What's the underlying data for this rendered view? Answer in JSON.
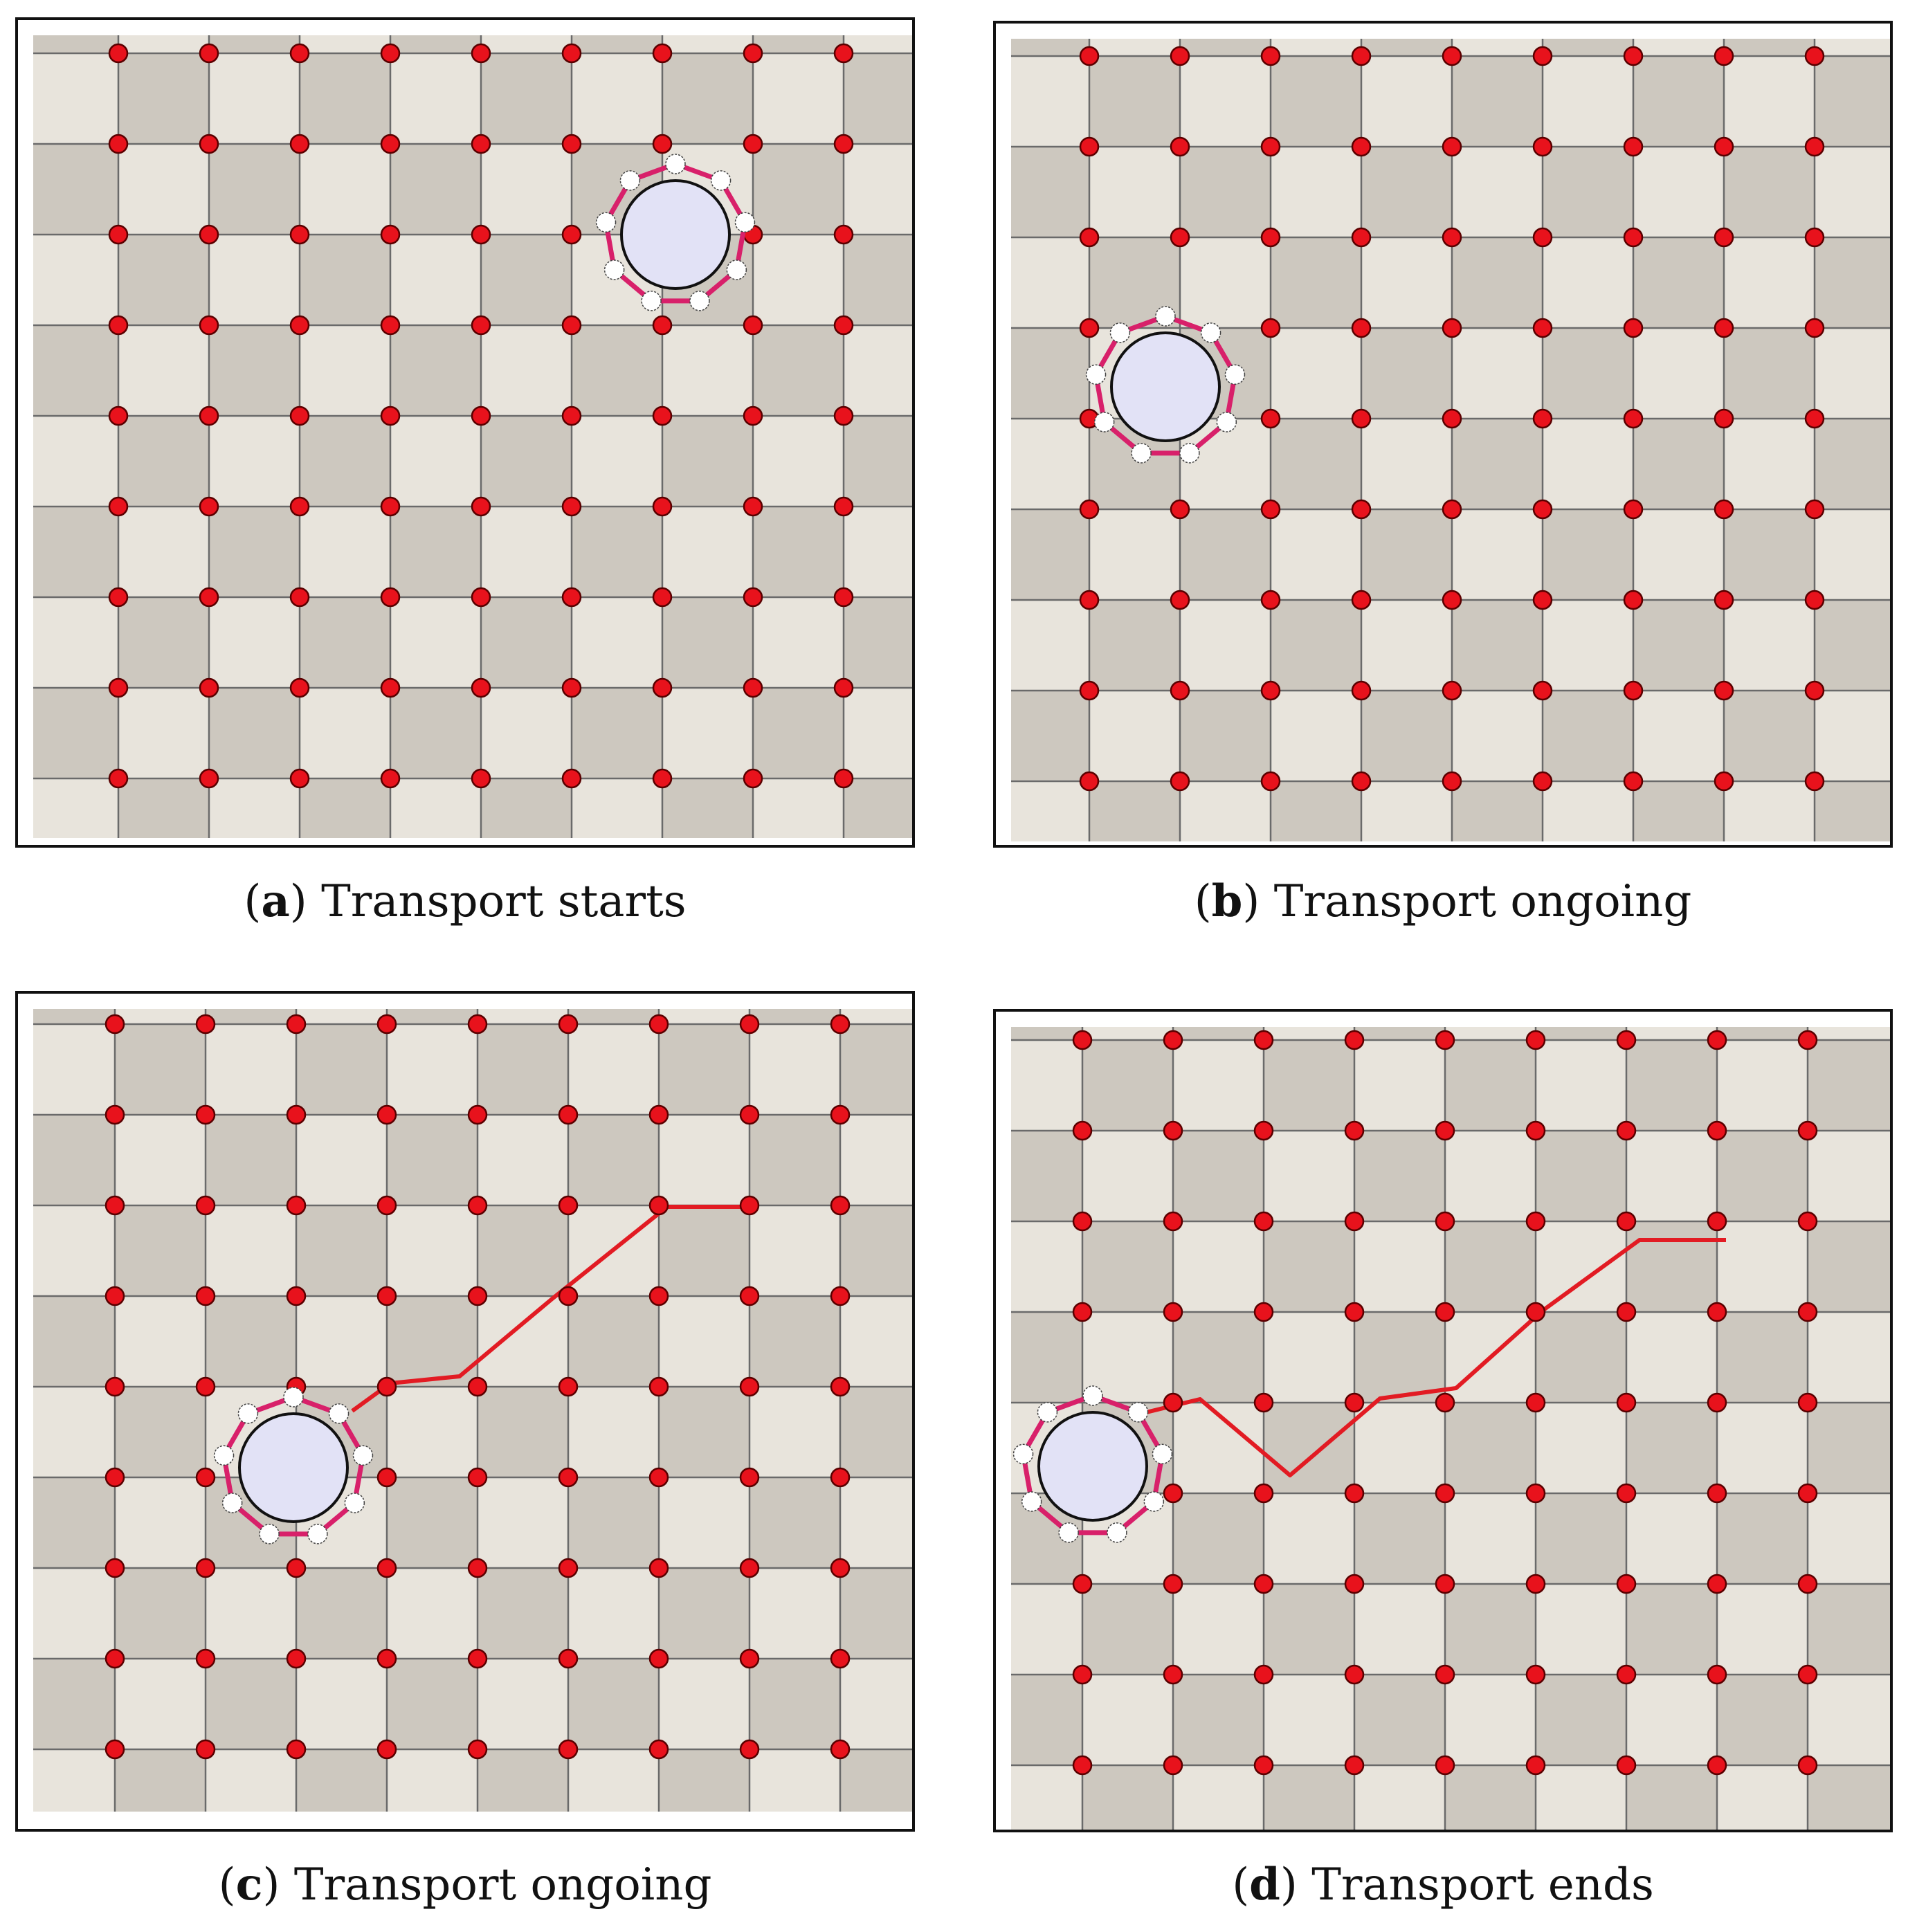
{
  "figure": {
    "panels": [
      {
        "letter": "a",
        "caption": "Transport starts"
      },
      {
        "letter": "b",
        "caption": "Transport ongoing"
      },
      {
        "letter": "c",
        "caption": "Transport ongoing"
      },
      {
        "letter": "d",
        "caption": "Transport ends"
      }
    ],
    "grid": {
      "rows": 9,
      "cols": 9
    },
    "colors": {
      "tile_light": "#e8e4dc",
      "tile_dark": "#cdc8bf",
      "grid_line": "#6a6a6a",
      "node_fill": "#e8121c",
      "node_stroke": "#5a0000",
      "path": "#e21b23",
      "object_fill": "#e2e2f6",
      "robot_fill": "#ffffff",
      "robot_link": "#d8206a",
      "frame": "#111111"
    }
  }
}
